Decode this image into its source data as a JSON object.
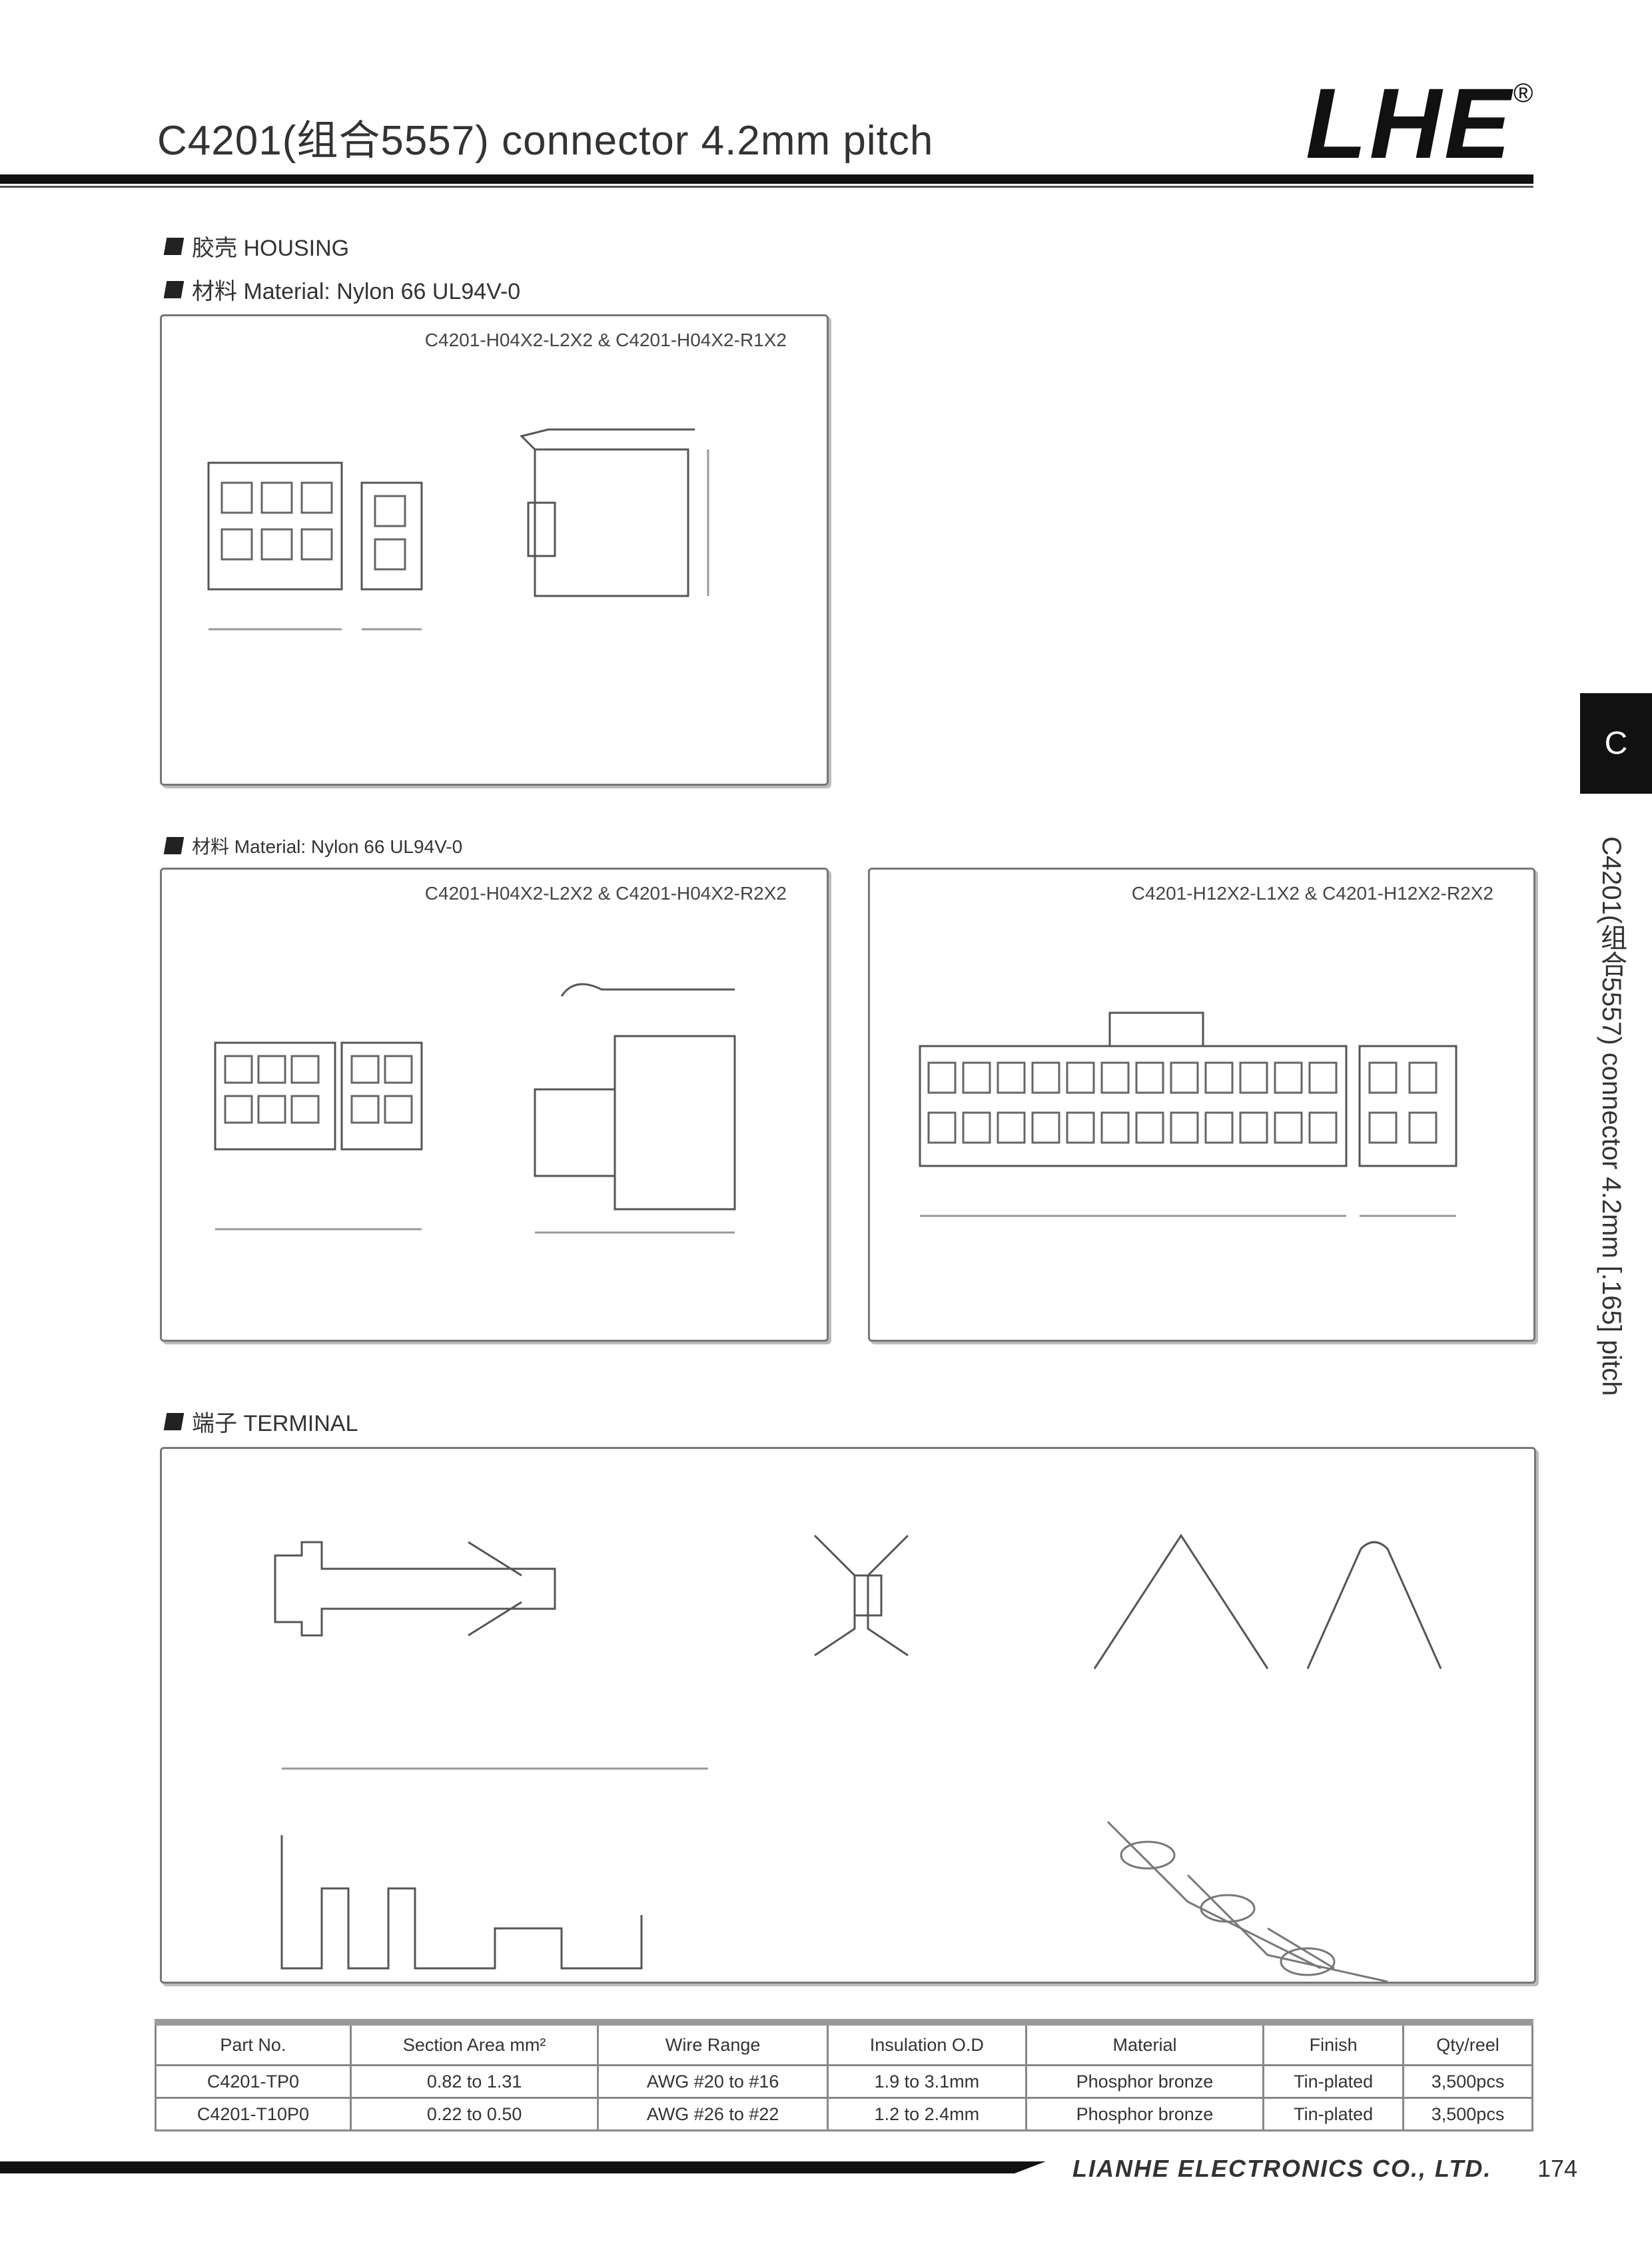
{
  "header": {
    "title": "C4201(组合5557) connector 4.2mm pitch",
    "logo": "LHE",
    "logo_mark": "®"
  },
  "housing": {
    "section_label": "胶壳 HOUSING",
    "material_label": "材料 Material: Nylon 66 UL94V-0",
    "material_label_2": "材料 Material: Nylon 66 UL94V-0",
    "panels": [
      {
        "title": "C4201-H04X2-L2X2 & C4201-H04X2-R1X2"
      },
      {
        "title": "C4201-H04X2-L2X2 & C4201-H04X2-R2X2"
      },
      {
        "title": "C4201-H12X2-L1X2 & C4201-H12X2-R2X2"
      }
    ]
  },
  "terminal": {
    "section_label": "端子 TERMINAL"
  },
  "spec_table": {
    "headers": [
      "Part No.",
      "Section Area mm²",
      "Wire Range",
      "Insulation O.D",
      "Material",
      "Finish",
      "Qty/reel"
    ],
    "rows": [
      [
        "C4201-TP0",
        "0.82 to 1.31",
        "AWG #20 to #16",
        "1.9 to 3.1mm",
        "Phosphor bronze",
        "Tin-plated",
        "3,500pcs"
      ],
      [
        "C4201-T10P0",
        "0.22 to 0.50",
        "AWG #26 to #22",
        "1.2 to 2.4mm",
        "Phosphor bronze",
        "Tin-plated",
        "3,500pcs"
      ]
    ]
  },
  "side": {
    "tab_letter": "C",
    "vertical_title": "C4201(组合5557) connector 4.2mm [.165] pitch"
  },
  "footer": {
    "company": "LIANHE ELECTRONICS CO., LTD.",
    "page_number": "174"
  }
}
